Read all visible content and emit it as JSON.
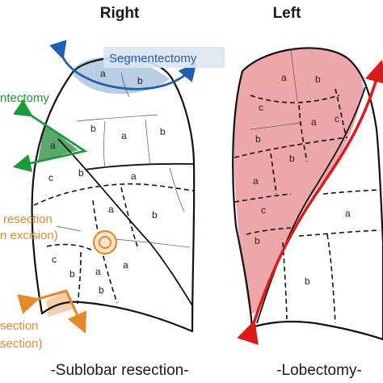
{
  "titles": {
    "right": "Right",
    "left": "Left"
  },
  "captions": {
    "right": "-Sublobar resection-",
    "left": "-Lobectomy-"
  },
  "labels": {
    "segmentectomy": "Segmentectomy",
    "subsegmentectomy_partial": "ntectomy",
    "wedge_line1": "resection",
    "wedge_line2": "n excision)",
    "orange_line1": "section",
    "orange_line2": "section)"
  },
  "segments": {
    "right": [
      "a",
      "b",
      "b",
      "a",
      "b",
      "a",
      "c",
      "b",
      "a",
      "a",
      "b",
      "a",
      "c",
      "b",
      "a",
      "b"
    ],
    "left": [
      "a",
      "b",
      "c",
      "a",
      "c",
      "b",
      "b",
      "a",
      "c",
      "b",
      "a",
      "b"
    ]
  },
  "colors": {
    "segmentectomy": "#1f5fb0",
    "segmentectomy_fill": "#b9cde3",
    "subsegmentectomy": "#1a9a3a",
    "subsegmentectomy_fill": "#5aa86e",
    "wedge": "#e58a2a",
    "lobectomy_fill": "#eda6aa",
    "lobectomy_arrow": "#dd1a1a"
  },
  "icons": [
    "arrow-head-icon",
    "target-ring-icon"
  ]
}
